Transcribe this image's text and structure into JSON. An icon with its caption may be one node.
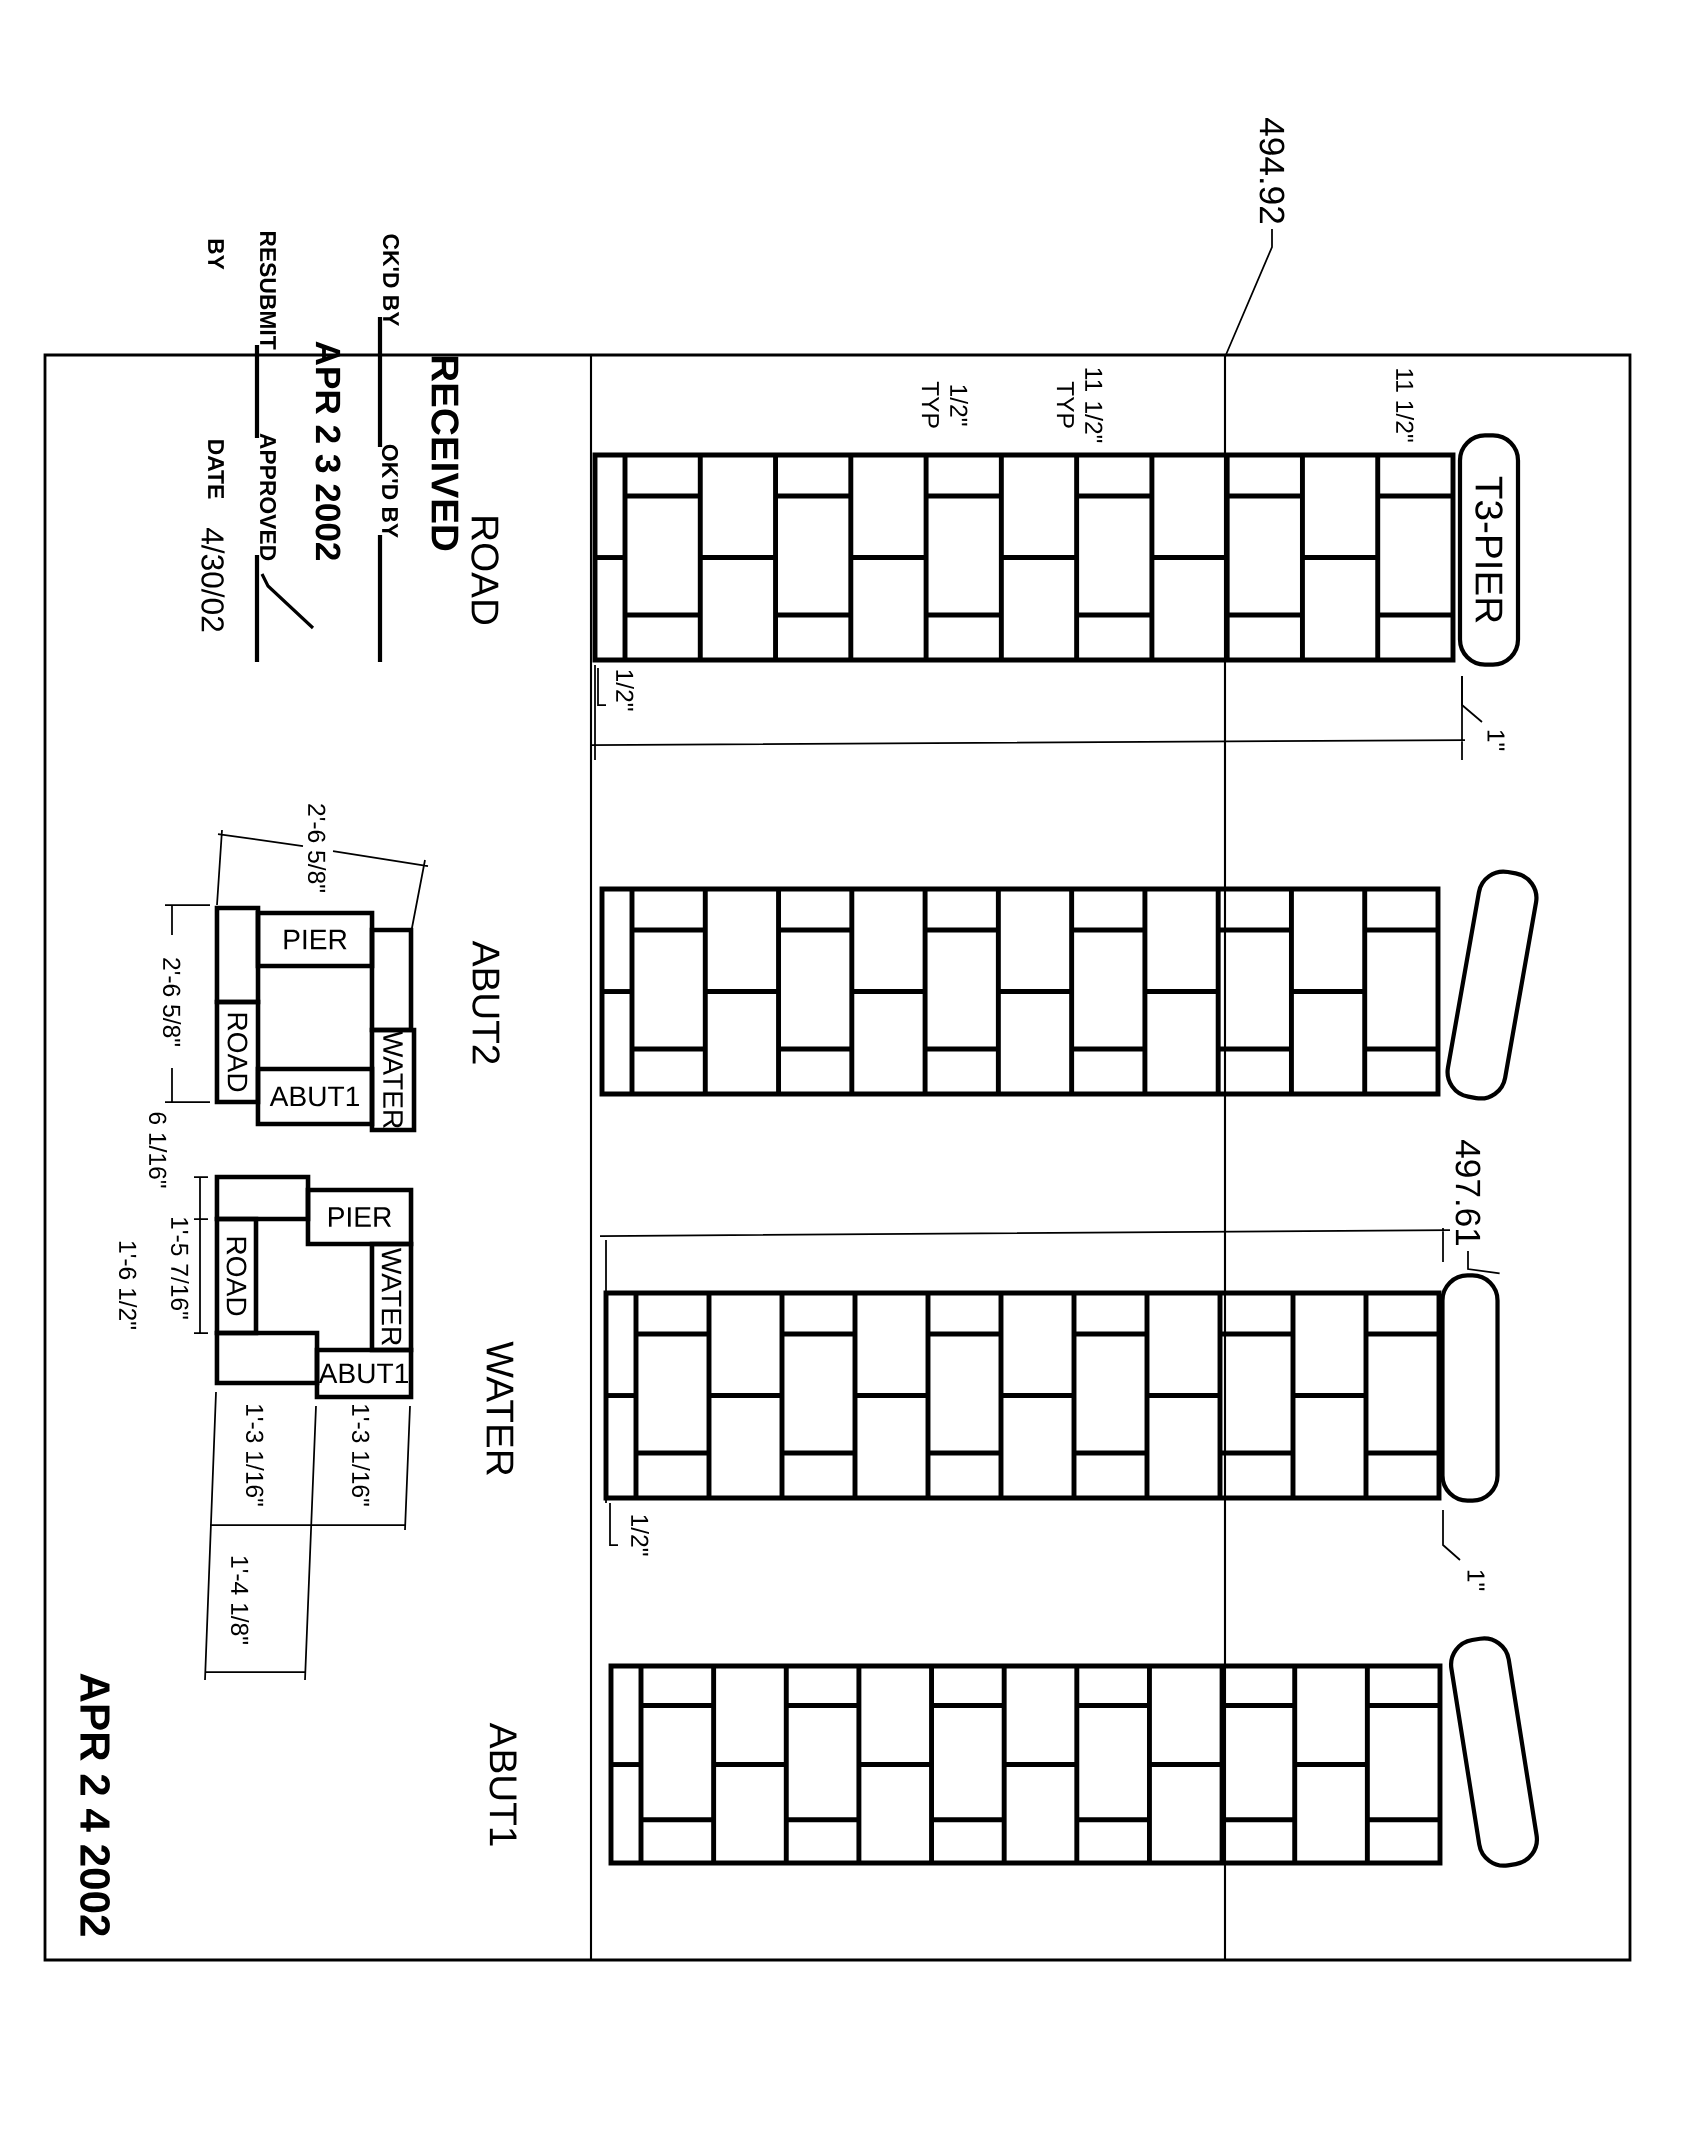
{
  "diagram": {
    "nodes": [
      {
        "text": [
          "494.92"
        ]
      },
      {
        "text": [
          "T3-PIER"
        ]
      },
      {
        "text": [],
        "shape": "box"
      },
      {
        "text": [
          "497.61"
        ]
      },
      {
        "text": [],
        "shape": "box"
      },
      {
        "text": [],
        "shape": "box"
      },
      {
        "text": [],
        "shape": "box"
      },
      {
        "text": [
          "PIER"
        ]
      },
      {
        "text": [],
        "shape": "box"
      },
      {
        "text": [
          "ROAD"
        ]
      },
      {
        "text": [
          "WATER"
        ]
      },
      {
        "text": [
          "ABUT1"
        ]
      },
      {
        "text": [],
        "shape": "box"
      },
      {
        "text": [
          "PIER"
        ]
      },
      {
        "text": [
          "ROAD"
        ]
      },
      {
        "text": [
          "WATER"
        ]
      },
      {
        "text": [],
        "shape": "box"
      },
      {
        "text": [
          "ABUT1"
        ]
      }
    ],
    "edges": [
      {
        "from": 0,
        "to": null,
        "arrow": "none"
      },
      {
        "from": 3,
        "to": 4,
        "arrow": "none"
      }
    ],
    "labels": [
      "RECEIVED",
      "APR 2 3 2002",
      "CK'D BY",
      "OK'D BY",
      "RESUBMIT",
      "APPROVED",
      "BY",
      "DATE",
      "4/30/02",
      "ROAD",
      "11 1/2\"",
      "11 1/2\" TYP",
      "1/2\" TYP",
      "1/2\"",
      "1\"",
      "ABUT2",
      "2'-6 5/8\"",
      "2'-6 5/8\"",
      "6 1/16\"",
      "1'-5 7/16\"",
      "1'-6 1/2\"",
      "WATER",
      "1'-3 1/16\"",
      "1'-3 1/16\"",
      "1'-4 1/8\"",
      "1/2\"",
      "1\"",
      "ABUT1",
      "APR 2 4 2002"
    ]
  }
}
